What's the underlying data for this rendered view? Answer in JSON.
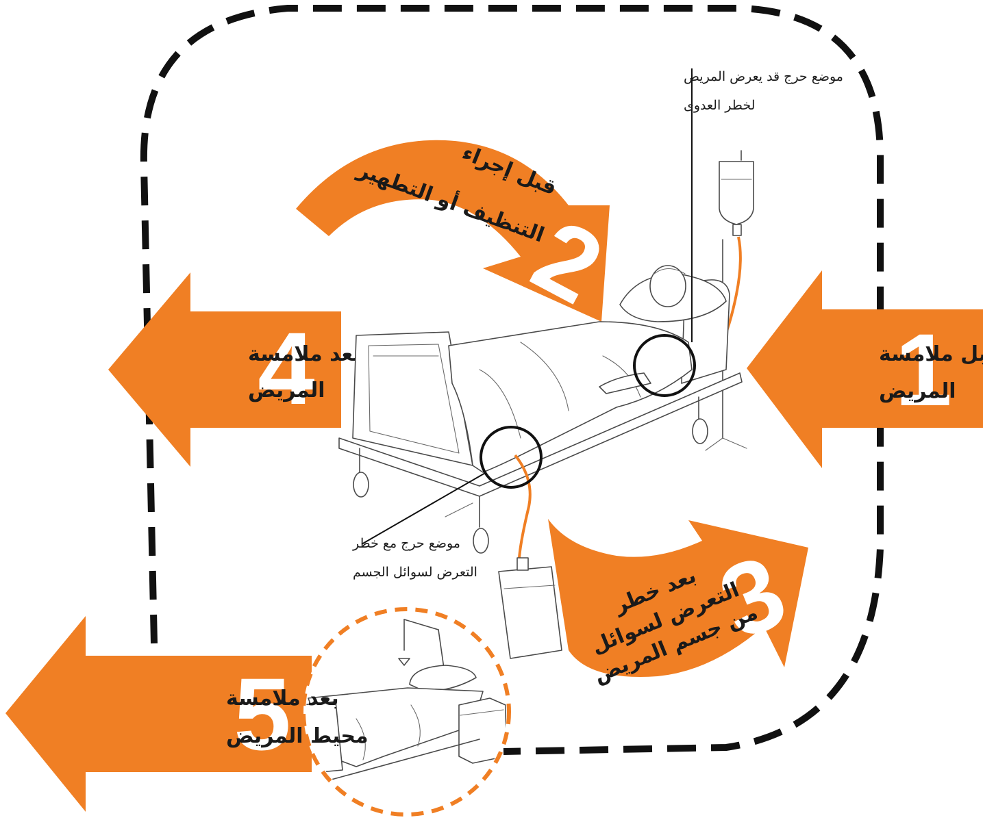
{
  "colors": {
    "accent": "#F07F24",
    "ink": "#1a1a1a",
    "dashes": "#111111"
  },
  "moments": [
    {
      "number": "1",
      "line1": "قبل ملامسة",
      "line2": "المريض"
    },
    {
      "number": "2",
      "line1": "قبل إجراء",
      "line2": "التنظيف أو التطهير"
    },
    {
      "number": "3",
      "line1": "بعد خطر",
      "line2": "التعرض لسوائل",
      "line3": "من جسم المريض"
    },
    {
      "number": "4",
      "line1": "بعد ملامسة",
      "line2": "المريض"
    },
    {
      "number": "5",
      "line1": "بعد ملامسة",
      "line2": "محيط المريض"
    }
  ],
  "notes": {
    "top": {
      "line1": "موضع حرج قد يعرض المريض",
      "line2": "لخطر العدوى"
    },
    "bottom": {
      "line1": "موضع حرج مع خطر",
      "line2": "التعرض لسوائل الجسم"
    }
  }
}
